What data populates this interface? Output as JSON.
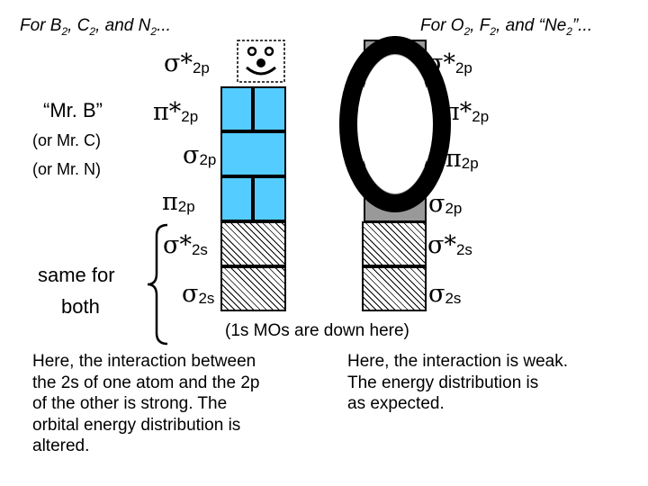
{
  "header": {
    "left": {
      "prefix": "For B",
      "s1": "2",
      "mid1": ", C",
      "s2": "2",
      "mid2": ", and N",
      "s3": "2",
      "suffix": "..."
    },
    "right": {
      "prefix": "For O",
      "s1": "2",
      "mid1": ", F",
      "s2": "2",
      "mid2": ", and “Ne",
      "s3": "2",
      "suffix": "”..."
    }
  },
  "mr_b": {
    "name": "“Mr. B”",
    "alt1": "(or Mr. C)",
    "alt2": "(or Mr. N)"
  },
  "same_for_both": {
    "line1": "same for",
    "line2": "both"
  },
  "left_levels": [
    {
      "sym": "σ",
      "star": "*",
      "sub": "2p"
    },
    {
      "sym": "π",
      "star": "*",
      "sub": "2p"
    },
    {
      "sym": "σ",
      "star": "",
      "sub": "2p"
    },
    {
      "sym": "π",
      "star": "",
      "sub": "2p"
    },
    {
      "sym": "σ",
      "star": "*",
      "sub": "2s"
    },
    {
      "sym": "σ",
      "star": "",
      "sub": "2s"
    }
  ],
  "right_levels": [
    {
      "sym": "σ",
      "star": "*",
      "sub": "2p"
    },
    {
      "sym": "π",
      "star": "*",
      "sub": "2p"
    },
    {
      "sym": "π",
      "star": "",
      "sub": "2p"
    },
    {
      "sym": "σ",
      "star": "",
      "sub": "2p"
    },
    {
      "sym": "σ",
      "star": "*",
      "sub": "2s"
    },
    {
      "sym": "σ",
      "star": "",
      "sub": "2s"
    }
  ],
  "note_1s": "(1s MOs are down here)",
  "left_para": [
    "Here, the interaction between",
    "the 2s of one atom and the 2p",
    "of the other is strong. The",
    "orbital energy distribution is",
    "altered."
  ],
  "right_para": [
    "Here, the interaction is weak.",
    "The energy distribution is",
    "as expected."
  ],
  "colors": {
    "orbital_fill": "#55ccff",
    "gray_fill": "#999999",
    "ring": "#000000"
  }
}
